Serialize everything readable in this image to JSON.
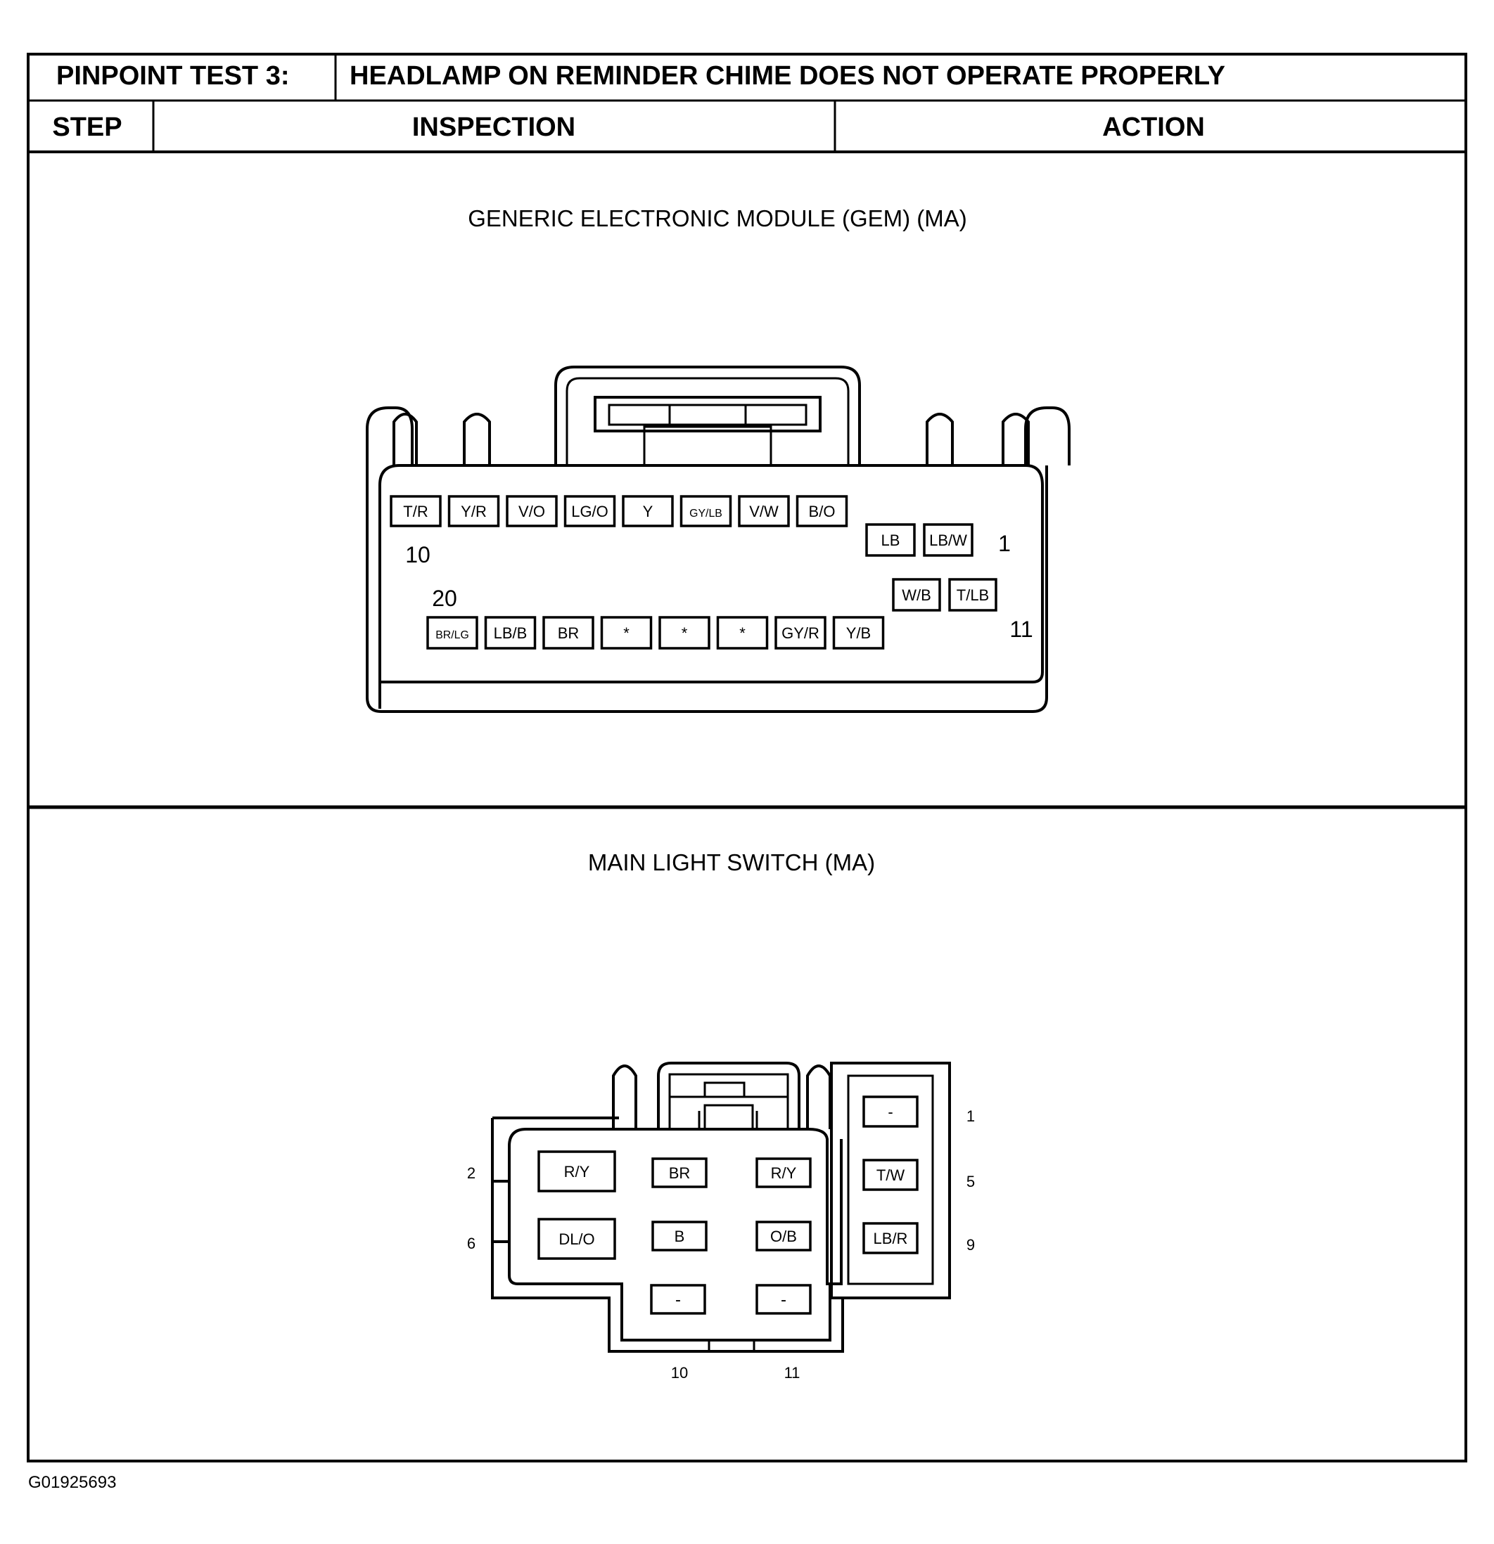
{
  "header": {
    "test_label": "PINPOINT TEST 3:",
    "test_title": "HEADLAMP ON REMINDER CHIME DOES NOT OPERATE PROPERLY",
    "col_step": "STEP",
    "col_inspection": "INSPECTION",
    "col_action": "ACTION"
  },
  "gem": {
    "title": "GENERIC ELECTRONIC MODULE (GEM) (MA)",
    "top_row": [
      "T/R",
      "Y/R",
      "V/O",
      "LG/O",
      "Y",
      "GY/LB",
      "V/W",
      "B/O"
    ],
    "top_right": [
      "LB",
      "LB/W"
    ],
    "mid_right": [
      "W/B",
      "T/LB"
    ],
    "bottom_row": [
      "BR/LG",
      "LB/B",
      "BR",
      "*",
      "*",
      "*",
      "GY/R",
      "Y/B"
    ],
    "pin_labels": {
      "p10": "10",
      "p1": "1",
      "p20": "20",
      "p11": "11"
    }
  },
  "switch": {
    "title": "MAIN LIGHT SWITCH (MA)",
    "row1": [
      "R/Y",
      "BR",
      "R/Y"
    ],
    "row2": [
      "DL/O",
      "B",
      "O/B"
    ],
    "row3": [
      "-",
      "-"
    ],
    "side": [
      "-",
      "T/W",
      "LB/R"
    ],
    "pin_labels": {
      "p1": "1",
      "p2": "2",
      "p5": "5",
      "p6": "6",
      "p9": "9",
      "p10": "10",
      "p11": "11"
    }
  },
  "figure_id": "G01925693"
}
